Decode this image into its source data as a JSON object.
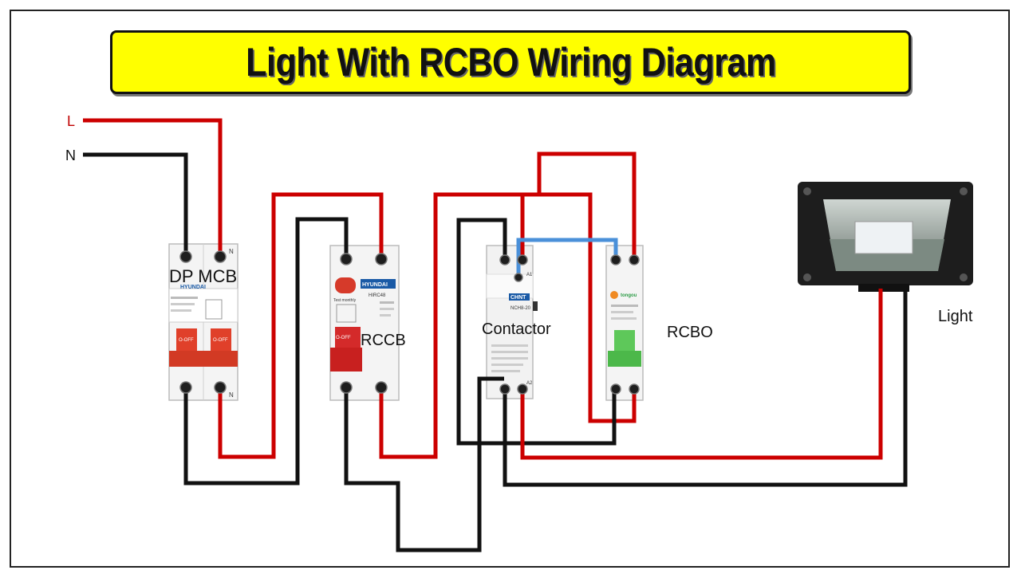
{
  "title": "Light With RCBO Wiring Diagram",
  "terminals": {
    "line": "L",
    "neutral": "N",
    "n_mark": "N",
    "a1": "A1",
    "a2": "A2"
  },
  "devices": {
    "mcb": {
      "label": "DP MCB",
      "brand": "HYUNDAI",
      "off_text": "O-OFF"
    },
    "rccb": {
      "label": "RCCB",
      "brand": "HYUNDAI",
      "model": "HIRC48",
      "off_text": "O-OFF",
      "test_text": "Test monthly"
    },
    "contactor": {
      "label": "Contactor",
      "brand": "CHNT",
      "model": "NCH8-20"
    },
    "rcbo": {
      "label": "RCBO",
      "brand": "tongou"
    },
    "light": {
      "label": "Light"
    }
  },
  "colors": {
    "live": "#cc0000",
    "neutral": "#111111",
    "control": "#4a90d9",
    "banner": "#ffff00",
    "mcb_handle": "#e0402a",
    "rccb_handle": "#d42a2a",
    "rcbo_handle": "#5ec85a"
  },
  "wires": [
    {
      "name": "live-supply-to-mcb",
      "color": "live"
    },
    {
      "name": "neutral-supply-to-mcb",
      "color": "neutral"
    },
    {
      "name": "mcb-live-to-rccb",
      "color": "live"
    },
    {
      "name": "mcb-neutral-to-rccb",
      "color": "neutral"
    },
    {
      "name": "rccb-live-to-rcbo",
      "color": "live"
    },
    {
      "name": "rcbo-live-to-contactor",
      "color": "live"
    },
    {
      "name": "rccb-neutral-to-contactor",
      "color": "neutral"
    },
    {
      "name": "contactor-to-rcbo-neutral",
      "color": "neutral"
    },
    {
      "name": "contactor-control-link",
      "color": "control"
    },
    {
      "name": "contactor-live-to-light",
      "color": "live"
    },
    {
      "name": "contactor-neutral-to-light",
      "color": "neutral"
    }
  ]
}
